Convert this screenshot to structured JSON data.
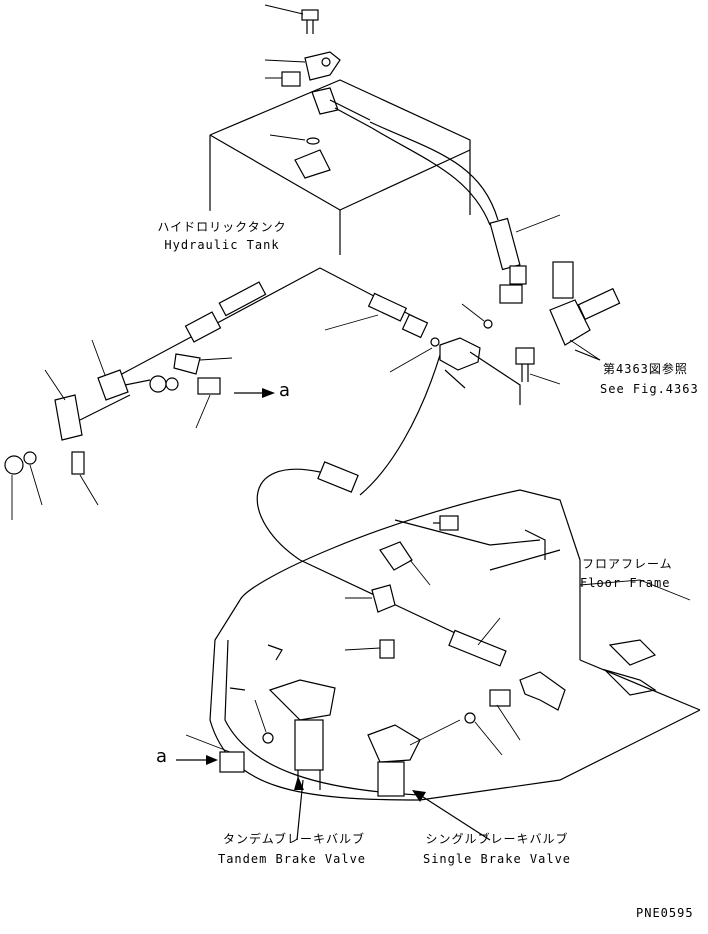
{
  "labels": {
    "hydraulic_tank_jp": "ハイドロリックタンク",
    "hydraulic_tank_en": "Hydraulic Tank",
    "see_fig_jp": "第4363図参照",
    "see_fig_en": "See Fig.4363",
    "floor_frame_jp": "フロアフレーム",
    "floor_frame_en": "Floor Frame",
    "tandem_valve_jp": "タンデムブレーキバルブ",
    "tandem_valve_en": "Tandem Brake Valve",
    "single_valve_jp": "シングルブレーキバルブ",
    "single_valve_en": "Single Brake Valve",
    "ref_a": "a",
    "drawing_no": "PNE0595"
  }
}
